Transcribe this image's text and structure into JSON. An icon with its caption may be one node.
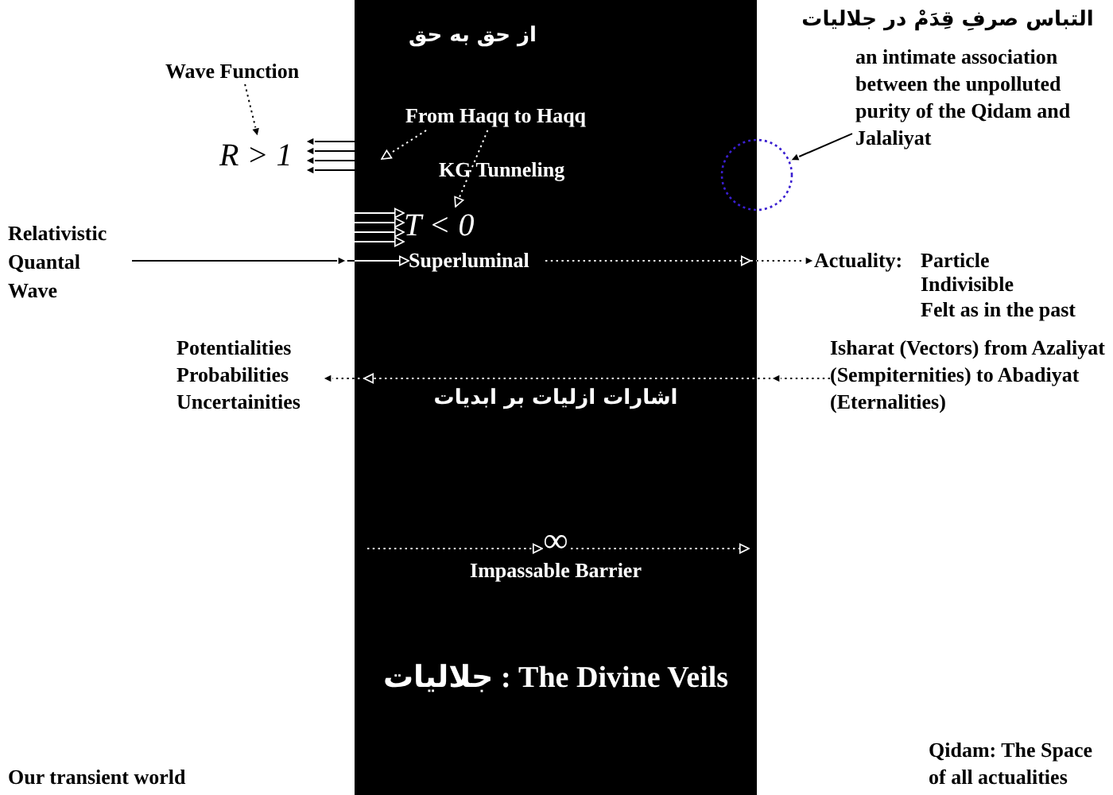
{
  "diagram": {
    "nodes": [
      {
        "text": [
          "∞",
          "Impassable Barrier",
          "جلاليات : The Divine Veils"
        ]
      },
      {
        "text": [
          "Wave Function"
        ]
      },
      {
        "text": [
          "از حق به حق",
          "From Haqq to Haqq"
        ],
        "in": 0
      },
      {
        "text": [
          "R > 1"
        ]
      },
      {
        "text": [
          "KG Tunneling"
        ],
        "in": 0
      },
      {
        "text": [
          "T < 0"
        ],
        "in": 0
      },
      {
        "text": [
          "Relativistic Quantal Wave"
        ]
      },
      {
        "text": [
          "Superluminal"
        ],
        "in": 0
      },
      {
        "text": [
          "Actuality:",
          "Particle",
          "Indivisible",
          "Felt as in the past"
        ]
      },
      {
        "text": [
          "التباس صرفِ قِدَمْ در جلاليات",
          "an intimate association between the unpolluted purity of the Qidam and Jalaliyat"
        ]
      },
      {
        "text": [],
        "shape": "circle"
      },
      {
        "text": [
          "Potentialities Probabilities Uncertainities"
        ]
      },
      {
        "text": [
          "اشارات ازليات بر ابديات"
        ],
        "in": 0
      },
      {
        "text": [
          "Isharat (Vectors) from Azaliyat (Sempiternities) to Abadiyat (Eternalities)"
        ]
      }
    ],
    "edges": [
      {
        "from": 1,
        "to": 3,
        "arrow": "to",
        "style": "dashed"
      },
      {
        "from": 2,
        "to": null,
        "arrow": "to",
        "style": "dashed"
      },
      {
        "from": 2,
        "to": 5,
        "arrow": "to",
        "style": "dashed"
      },
      {
        "from": 0,
        "to": 3,
        "arrow": "to"
      },
      {
        "from": 0,
        "to": 3,
        "arrow": "to"
      },
      {
        "from": 0,
        "to": 3,
        "arrow": "to"
      },
      {
        "from": 0,
        "to": 3,
        "arrow": "to"
      },
      {
        "from": 0,
        "to": 5,
        "arrow": "to"
      },
      {
        "from": 0,
        "to": 5,
        "arrow": "to"
      },
      {
        "from": 0,
        "to": 5,
        "arrow": "to"
      },
      {
        "from": 0,
        "to": 5,
        "arrow": "to"
      },
      {
        "from": 6,
        "to": 7,
        "arrow": "to"
      },
      {
        "from": 7,
        "to": 8,
        "arrow": "to",
        "style": "dashed"
      },
      {
        "from": 9,
        "to": 10,
        "arrow": "to"
      },
      {
        "from": 13,
        "to": 11,
        "arrow": "to",
        "style": "dashed"
      }
    ],
    "labels": [
      "Our transient world",
      "Qidam: The Space of all actualities"
    ]
  }
}
